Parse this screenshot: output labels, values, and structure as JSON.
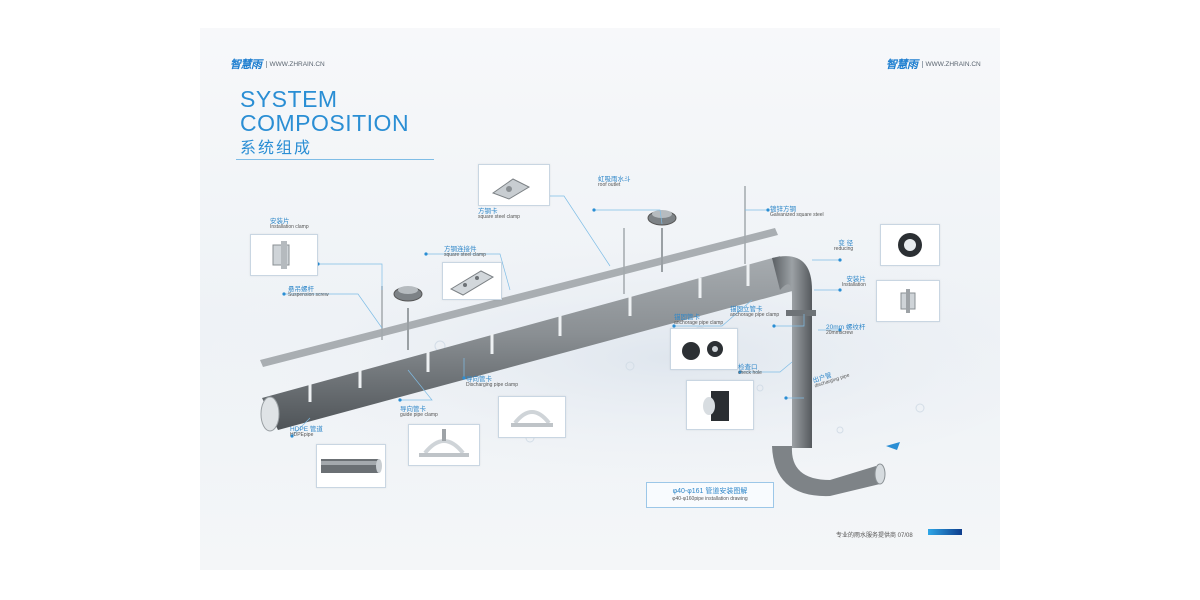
{
  "brand": {
    "logo": "智慧雨",
    "url": "WWW.ZHRAIN.CN"
  },
  "heading": {
    "en_line1": "SYSTEM",
    "en_line2": "COMPOSITION",
    "zh": "系统组成"
  },
  "labels": {
    "installation_clamp_left": {
      "zh": "安装片",
      "en": "Installation clamp"
    },
    "square_steel_clamp_top": {
      "zh": "方钢卡",
      "en": "square steel clamp"
    },
    "roof_outlet": {
      "zh": "虹吸雨水斗",
      "en": "roof outlet"
    },
    "galvanized_square_steel": {
      "zh": "镀锌方钢",
      "en": "Galvanized square steel"
    },
    "reducing": {
      "zh": "变 径",
      "en": "reducing"
    },
    "installation_right": {
      "zh": "安装片",
      "en": "Installation"
    },
    "square_steel_clamp_mid": {
      "zh": "方钢连接件",
      "en": "square steel clamp"
    },
    "suspension_screw": {
      "zh": "悬吊螺杆",
      "en": "Suspension screw"
    },
    "anchorage_pipe_clamp_a": {
      "zh": "锚固管卡",
      "en": "anchorage pipe clamp"
    },
    "anchorage_pipe_clamp_b": {
      "zh": "锚固立管卡",
      "en": "anchorage pipe clamp"
    },
    "screw_20mm": {
      "zh": "20mm 螺纹杆",
      "en": "20mmscrew"
    },
    "check_hole": {
      "zh": "检查口",
      "en": "check hole"
    },
    "discharging_pipe": {
      "zh": "出户管",
      "en": "discharging pipe"
    },
    "discharging_pipe_clamp": {
      "zh": "导向管卡",
      "en": "Discharging pipe clamp"
    },
    "guide_pipe_clamp": {
      "zh": "导向管卡",
      "en": "guide pipe clamp"
    },
    "hdpe_pipe": {
      "zh": "HDPE 管道",
      "en": "HDPEpipe"
    }
  },
  "caption": {
    "zh": "φ40-φ161 管道安装图解",
    "en": "φ40-φ160pipe installation drawing"
  },
  "footer": {
    "text": "专业的雨水服务提供商 07/08"
  },
  "colors": {
    "accent": "#2a8ed4",
    "pipe": "#8d9296",
    "leader": "#7fbde6"
  }
}
